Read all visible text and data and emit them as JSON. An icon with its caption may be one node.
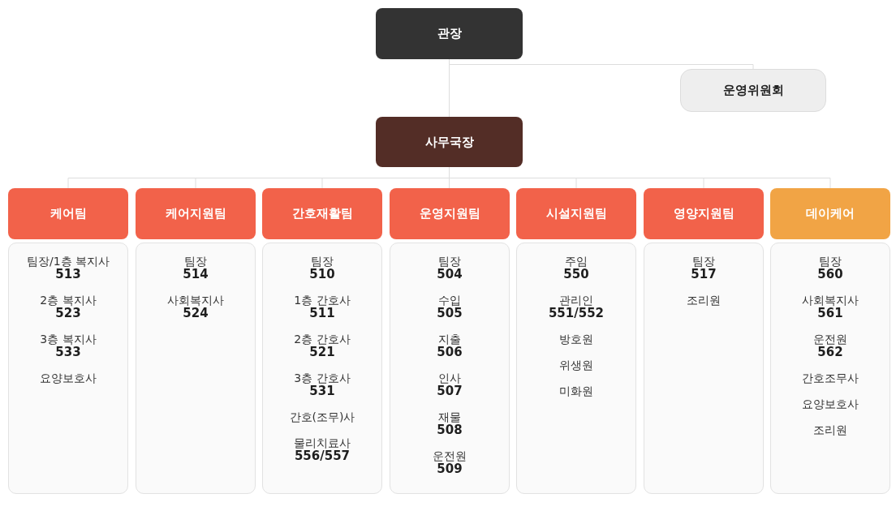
{
  "diagram": {
    "nodes": [
      {
        "text": [
          "관장"
        ]
      },
      {
        "text": [
          "운영위원회"
        ]
      },
      {
        "text": [
          "사무국장"
        ]
      },
      {
        "text": [
          "케어팀"
        ]
      },
      {
        "text": [
          "케어지원팀"
        ]
      },
      {
        "text": [
          "간호재활팀"
        ]
      },
      {
        "text": [
          "운영지원팀"
        ]
      },
      {
        "text": [
          "시설지원팀"
        ]
      },
      {
        "text": [
          "영양지원팀"
        ]
      },
      {
        "text": [
          "데이케어"
        ]
      },
      {
        "text": [
          "팀장/1층 복지사 **513**",
          "2층 복지사 **523**",
          "3층 복지사 **533**",
          "요양보호사"
        ]
      },
      {
        "text": [
          "팀장 **514**",
          "사회복지사 **524**"
        ]
      },
      {
        "text": [
          "팀장 **510**",
          "1층 간호사 **511**",
          "2층 간호사 **521**",
          "3층 간호사 **531**",
          "간호(조무)사",
          "물리치료사 **556/557**"
        ]
      },
      {
        "text": [
          "팀장 **504**",
          "수입 **505**",
          "지출 **506**",
          "인사 **507**",
          "재물 **508**",
          "운전원 **509**"
        ]
      },
      {
        "text": [
          "주임 **550**",
          "관리인 **551/552**",
          "방호원",
          "위생원",
          "미화원"
        ]
      },
      {
        "text": [
          "팀장 **517**",
          "조리원"
        ]
      },
      {
        "text": [
          "팀장 **560**",
          "사회복지사 **561**",
          "운전원 **562**",
          "간호조무사",
          "요양보호사",
          "조리원"
        ]
      }
    ],
    "edges": [
      {
        "from": 0,
        "to": 2,
        "arrow": "none"
      },
      {
        "from": 0,
        "to": 1,
        "arrow": "none"
      },
      {
        "from": 2,
        "to": 3,
        "arrow": "none"
      },
      {
        "from": 2,
        "to": 4,
        "arrow": "none"
      },
      {
        "from": 2,
        "to": 5,
        "arrow": "none"
      },
      {
        "from": 2,
        "to": 6,
        "arrow": "none"
      },
      {
        "from": 2,
        "to": 7,
        "arrow": "none"
      },
      {
        "from": 2,
        "to": 8,
        "arrow": "none"
      },
      {
        "from": 2,
        "to": 9,
        "arrow": "none"
      }
    ]
  }
}
